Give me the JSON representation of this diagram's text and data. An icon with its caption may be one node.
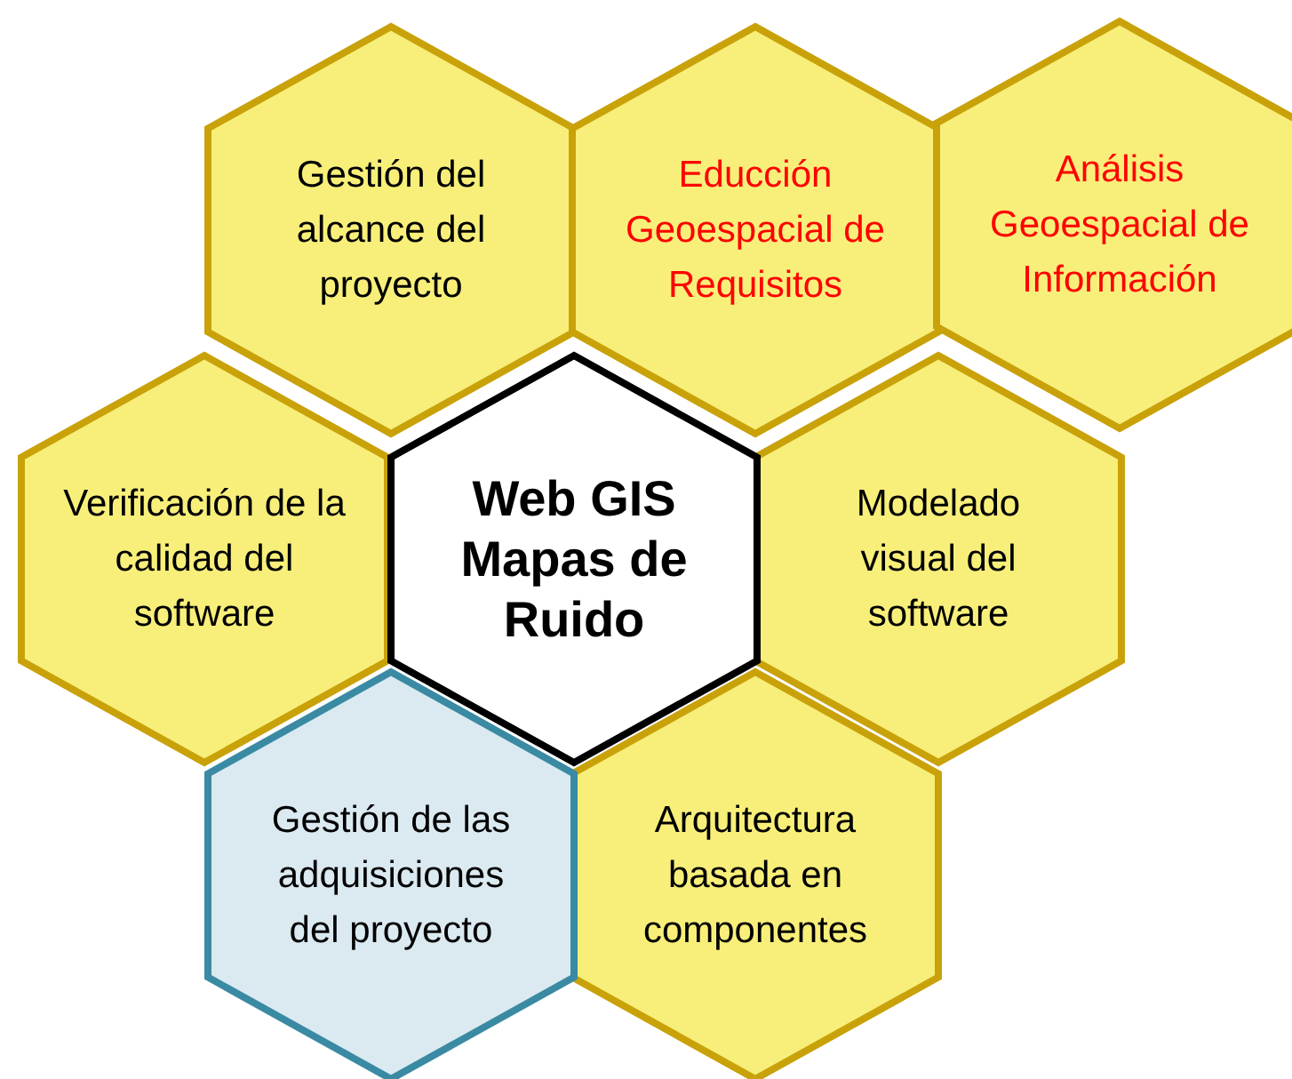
{
  "diagram": {
    "nodes": [
      {
        "text": [
          "Gestión del alcance del proyecto"
        ]
      },
      {
        "text": [
          "Educción Geoespacial de Requisitos"
        ]
      },
      {
        "text": [
          "Análisis Geoespacial de Información"
        ]
      },
      {
        "text": [
          "Verificación de la calidad del software"
        ]
      },
      {
        "text": [
          "Web GIS Mapas de Ruido"
        ]
      },
      {
        "text": [
          "Modelado visual del software"
        ]
      },
      {
        "text": [
          "Gestión de las adquisiciones del proyecto"
        ]
      },
      {
        "text": [
          "Arquitectura basada en componentes"
        ]
      }
    ]
  }
}
